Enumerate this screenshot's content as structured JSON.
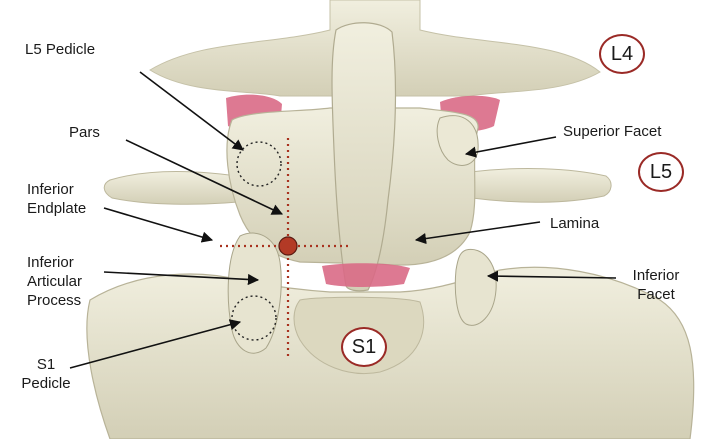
{
  "labels": {
    "l5_pedicle": "L5 Pedicle",
    "pars": "Pars",
    "inferior_endplate": [
      "Inferior",
      "Endplate"
    ],
    "inferior_articular_process": [
      "Inferior",
      "Articular",
      "Process"
    ],
    "s1_pedicle": [
      "S1",
      "Pedicle"
    ],
    "superior_facet": "Superior Facet",
    "lamina": "Lamina",
    "inferior_facet": [
      "Inferior",
      "Facet"
    ]
  },
  "badges": {
    "l4": "L4",
    "l5": "L5",
    "s1": "S1"
  },
  "colors": {
    "bone": "#e6e3cf",
    "bone_shadow": "#b9b59c",
    "disc": "#d96a86",
    "guide_dots": "#a8321f",
    "badge_ring": "#9a2a26",
    "arrow": "#111111"
  }
}
